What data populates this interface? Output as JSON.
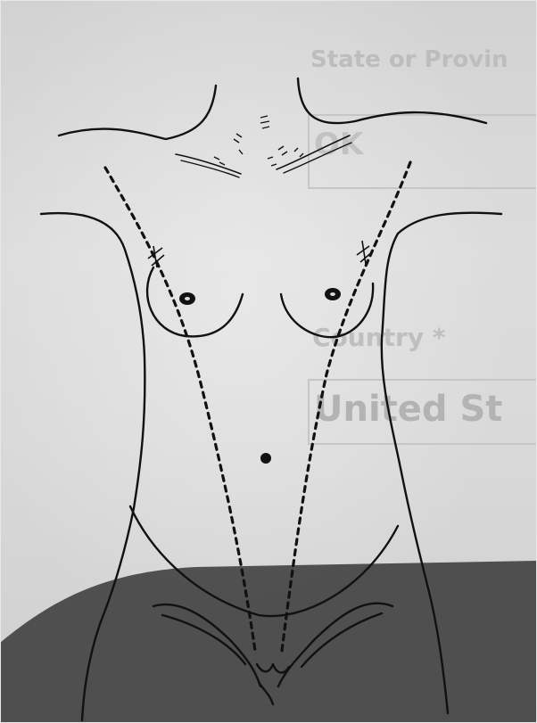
{
  "background_text": {
    "state_label": "State or Provin",
    "state_value": "OK",
    "country_label": "Country *",
    "country_value": "United St"
  },
  "colors": {
    "paper": "#d9d9d9",
    "ink": "#111111",
    "shadow": "#3a3a3a",
    "bleed_through": "#bdbdbd"
  },
  "image": {
    "subject": "line-drawing-of-front-torso-with-dashed-lines"
  }
}
